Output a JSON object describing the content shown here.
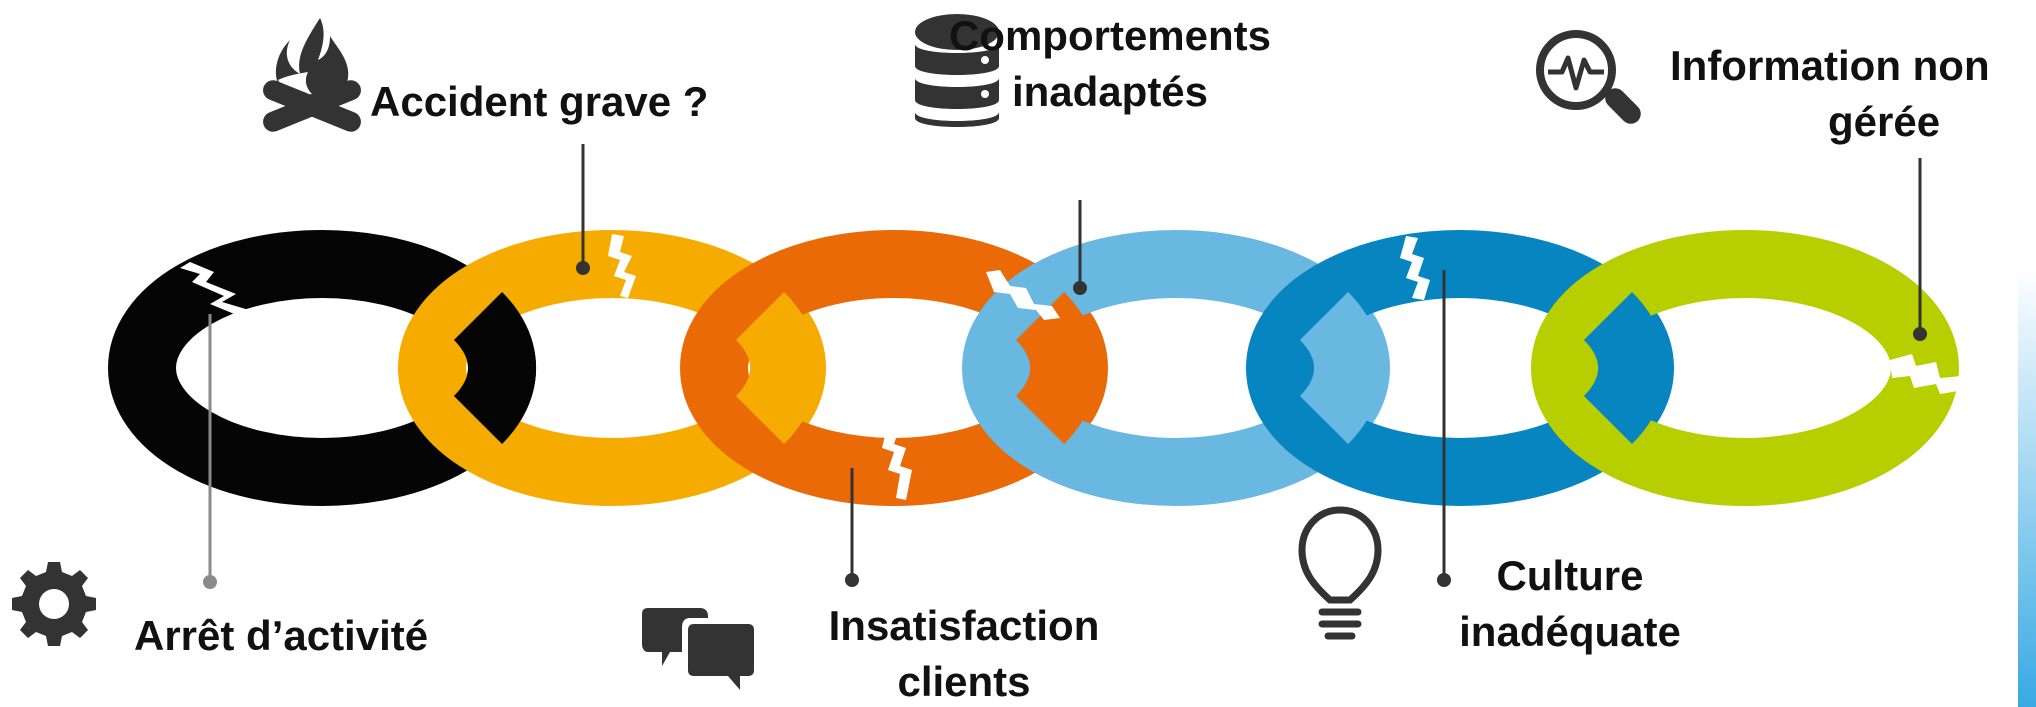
{
  "labels": {
    "accident": "Accident grave ?",
    "comportements_line1": "Comportements",
    "comportements_line2": "inadaptés",
    "information_line1": "Information non",
    "information_line2": "gérée",
    "arret": "Arrêt d’activité",
    "insatisfaction_line1": "Insatisfaction",
    "insatisfaction_line2": "clients",
    "culture_line1": "Culture",
    "culture_line2": "inadéquate"
  },
  "icons": {
    "accident": "campfire-icon",
    "comportements": "database-icon",
    "information": "magnifier-pulse-icon",
    "arret": "gear-icon",
    "insatisfaction": "chat-bubbles-icon",
    "culture": "lightbulb-icon"
  },
  "colors": {
    "black_link": "#050505",
    "yellow_link": "#f5ab00",
    "orange_link": "#ea6a08",
    "light_blue_link": "#68b8e2",
    "blue_link": "#0685c1",
    "green_link": "#b7cf00",
    "text": "#111111",
    "icon": "#333333",
    "connector": "#333333",
    "connector_light": "#8a8a8a",
    "edge_accent": "#38a9e3"
  }
}
